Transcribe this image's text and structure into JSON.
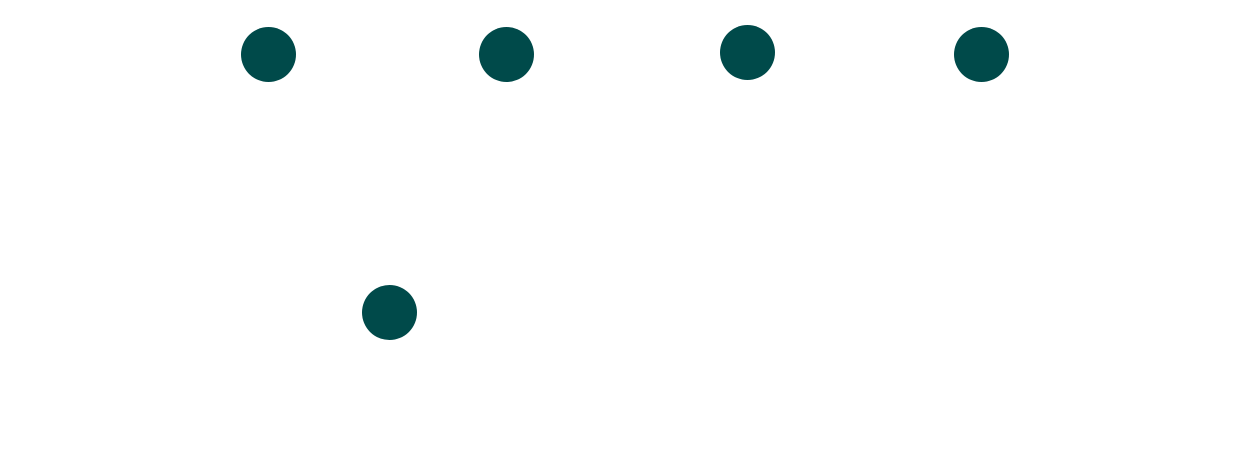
{
  "colors": {
    "background": "#ffffff",
    "dot": "#004a4a"
  },
  "dots": [
    {
      "shape": "filled-circle"
    },
    {
      "shape": "filled-circle"
    },
    {
      "shape": "filled-circle"
    },
    {
      "shape": "filled-circle"
    },
    {
      "shape": "filled-circle"
    }
  ]
}
